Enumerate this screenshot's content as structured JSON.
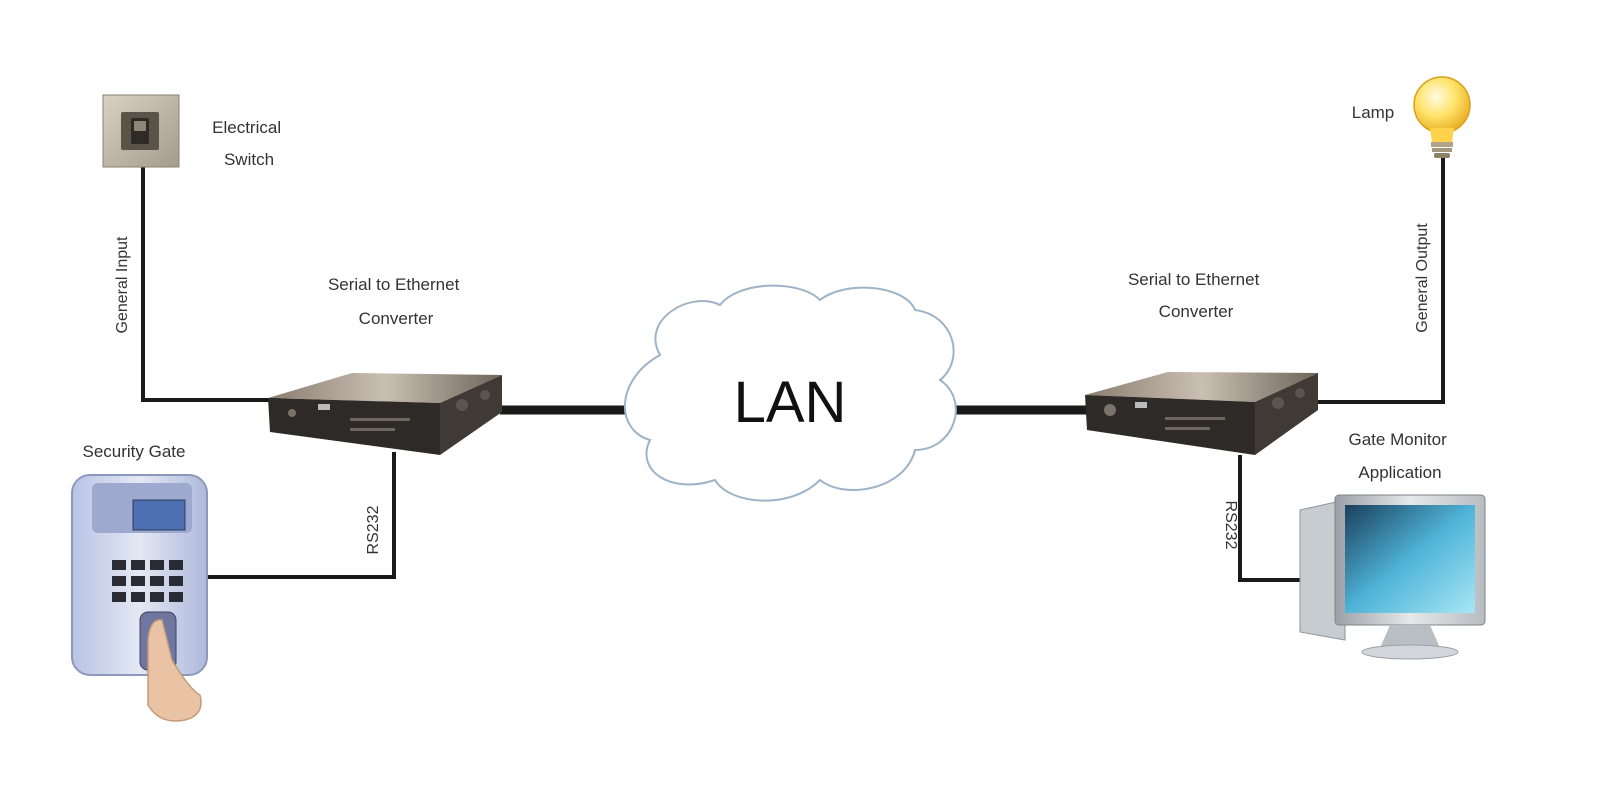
{
  "labels": {
    "electrical_switch": [
      "Electrical",
      "Switch"
    ],
    "general_input": "General Input",
    "converter_left": [
      "Serial to Ethernet",
      "Converter"
    ],
    "rs232_left": "RS232",
    "security_gate": "Security Gate",
    "lan": "LAN",
    "converter_right": [
      "Serial to Ethernet",
      "Converter"
    ],
    "rs232_right": "RS232",
    "lamp": "Lamp",
    "general_output": "General Output",
    "gate_monitor": [
      "Gate Monitor",
      "Application"
    ]
  },
  "icons": {
    "switch": "electrical-switch-icon",
    "lamp": "lightbulb-icon",
    "converter": "network-converter-icon",
    "cloud": "cloud-icon",
    "gate": "fingerprint-terminal-icon",
    "monitor": "computer-monitor-icon"
  },
  "colors": {
    "wire": "#1a1a1a",
    "cloud_stroke": "#9fb3c6",
    "converter_body": "#2d2a27",
    "screen": "#5fc3e0",
    "bulb": "#ffd84a"
  }
}
